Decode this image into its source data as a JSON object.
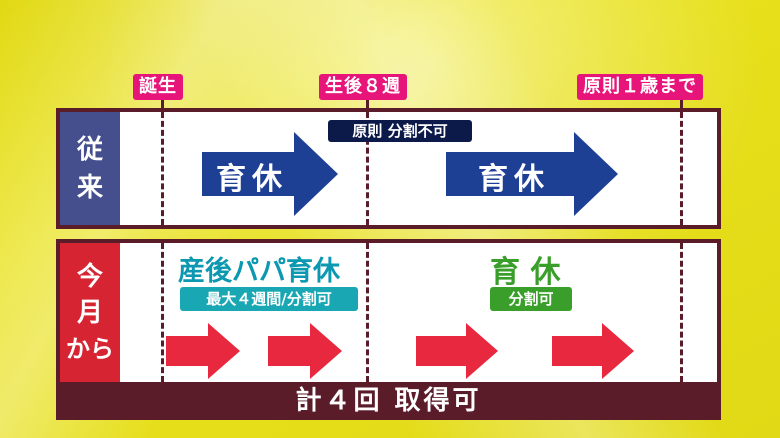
{
  "timeline_tags": {
    "birth": "誕生",
    "week8": "生後８週",
    "age1": "原則１歳まで"
  },
  "conventional": {
    "side_label_1": "従",
    "side_label_2": "来",
    "arrow1_label": "育休",
    "arrow2_label": "育休",
    "badge": "原則 分割不可"
  },
  "new_system": {
    "side_label_1": "今",
    "side_label_2": "月",
    "side_label_3": "から",
    "papa_title": "産後パパ育休",
    "papa_badge": "最大４週間/分割可",
    "childcare_title": "育 休",
    "childcare_badge": "分割可"
  },
  "footer": "計４回 取得可",
  "colors": {
    "background": "#e9e21c",
    "tag_pink": "#e7157a",
    "border_maroon": "#5b1c2a",
    "navy_side": "#454f8e",
    "arrow_blue": "#1d3f94",
    "red_side": "#d62433",
    "red_arrow": "#e8283e",
    "teal_text": "#0b98b0",
    "green_text": "#3a9f2a",
    "badge_navy": "#0c1a4a",
    "badge_teal": "#18a7b3",
    "badge_green": "#3a9f2a"
  }
}
